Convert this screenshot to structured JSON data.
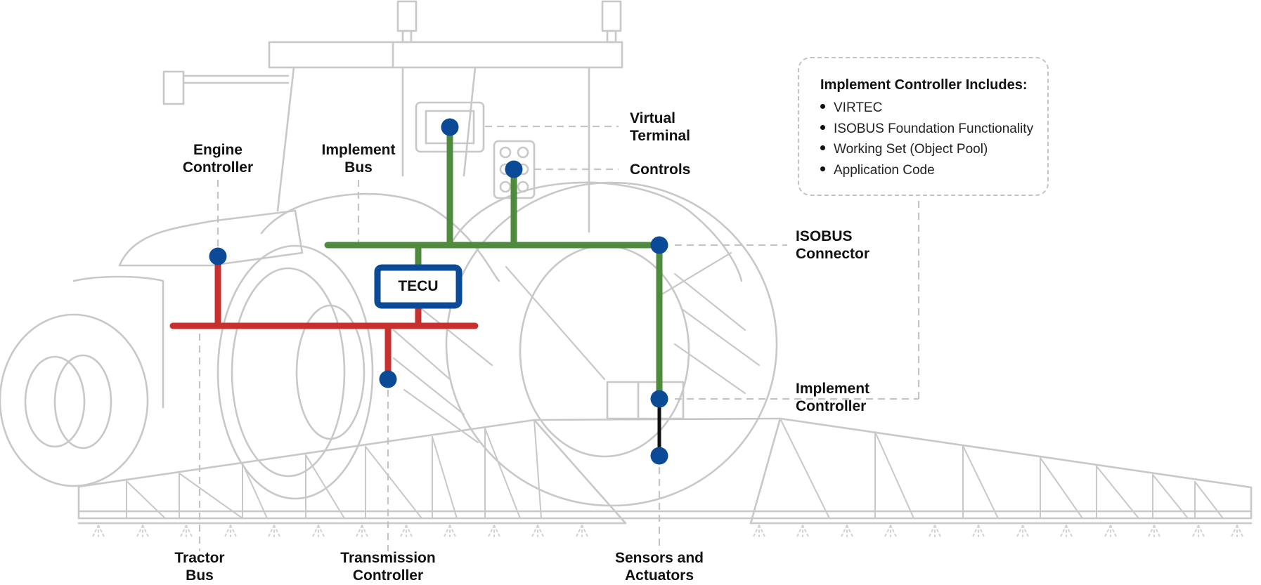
{
  "colors": {
    "outline": "#c8c8c8",
    "dashed_leader": "#c4c4c4",
    "tractor_bus": "#c8302f",
    "isobus": "#4f8b3c",
    "node": "#0b4a96",
    "tecu_border": "#0b4a96",
    "sensor_link": "#111111"
  },
  "labels": {
    "engine_controller": [
      "Engine",
      "Controller"
    ],
    "implement_bus": [
      "Implement",
      "Bus"
    ],
    "virtual_terminal": [
      "Virtual",
      "Terminal"
    ],
    "controls": "Controls",
    "isobus_connector": [
      "ISOBUS",
      "Connector"
    ],
    "implement_controller": [
      "Implement",
      "Controller"
    ],
    "tractor_bus": [
      "Tractor",
      "Bus"
    ],
    "transmission_controller": [
      "Transmission",
      "Controller"
    ],
    "sensors_actuators": [
      "Sensors and",
      "Actuators"
    ],
    "tecu": "TECU"
  },
  "info_box": {
    "title": "Implement Controller Includes:",
    "items": [
      "VIRTEC",
      "ISOBUS Foundation Functionality",
      "Working Set (Object Pool)",
      "Application Code"
    ]
  },
  "icons": {
    "tractor": "tractor-outline-illustration",
    "sprayer": "sprayer-boom-illustration"
  }
}
